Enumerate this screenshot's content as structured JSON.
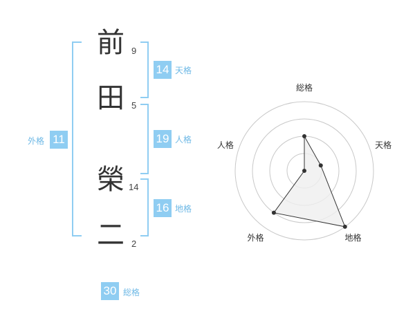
{
  "name": {
    "characters": [
      {
        "char": "前",
        "strokes": "9"
      },
      {
        "char": "田",
        "strokes": "5"
      },
      {
        "char": "榮",
        "strokes": "14"
      },
      {
        "char": "二",
        "strokes": "2"
      }
    ]
  },
  "fortunes": {
    "tenkaku": {
      "value": "14",
      "label": "天格"
    },
    "jinkaku": {
      "value": "19",
      "label": "人格"
    },
    "chikaku": {
      "value": "16",
      "label": "地格"
    },
    "gaikaku": {
      "value": "11",
      "label": "外格"
    },
    "soukaku": {
      "value": "30",
      "label": "総格"
    }
  },
  "chart_data": {
    "type": "radar",
    "axes": [
      "総格",
      "天格",
      "地格",
      "外格",
      "人格"
    ],
    "ring_count": 4,
    "values": [
      2,
      1,
      4,
      3,
      0
    ],
    "max": 4,
    "colors": {
      "fill": "#efefef",
      "line": "#333333",
      "grid": "#c8c8c8",
      "center": "#bbbbbb"
    }
  },
  "colors": {
    "accent": "#8fcdf2",
    "accent_text": "#6fb9e6"
  }
}
